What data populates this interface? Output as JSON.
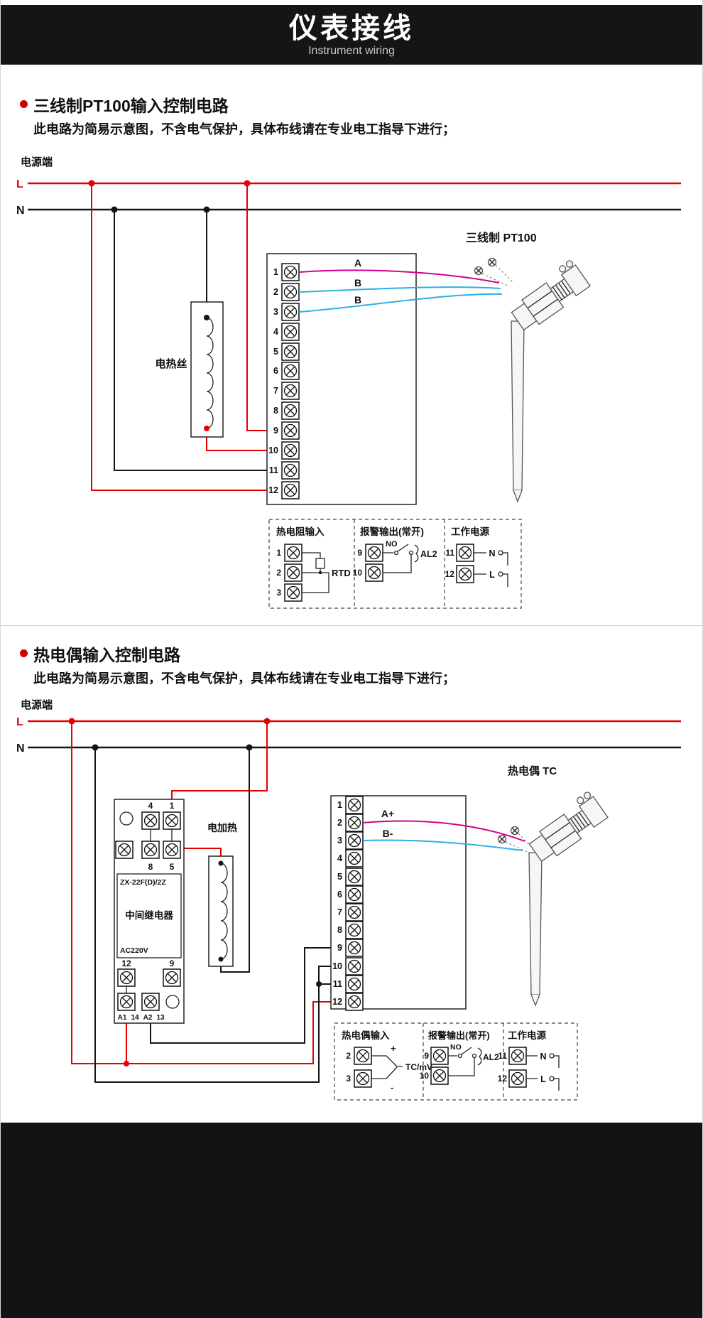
{
  "header": {
    "title": "仪表接线",
    "subtitle": "Instrument wiring"
  },
  "colors": {
    "power_line_red": "#e60000",
    "wire_magenta": "#d6008f",
    "wire_blue": "#2bb0e8",
    "bullet_red": "#cc0000",
    "banner_bg": "#151515"
  },
  "section_pt100": {
    "bullet_heading": "三线制PT100输入控制电路",
    "note": "此电路为简易示意图，不含电气保护，具体布线请在专业电工指导下进行；",
    "diagram": {
      "power_label": "电源端",
      "line_l": "L",
      "line_n": "N",
      "heater_label": "电热丝",
      "sensor_label": "三线制 PT100",
      "wire_a": "A",
      "wire_b1": "B",
      "wire_b2": "B",
      "terminals": [
        "1",
        "2",
        "3",
        "4",
        "5",
        "6",
        "7",
        "8",
        "9",
        "10",
        "11",
        "12"
      ],
      "legend": {
        "rtd": {
          "title": "热电阻输入",
          "t1": "1",
          "t2": "2",
          "t3": "3",
          "label": "RTD"
        },
        "alarm": {
          "title": "报警输出(常开)",
          "t9": "9",
          "t10": "10",
          "no": "NO",
          "al": "AL2"
        },
        "power": {
          "title": "工作电源",
          "t11": "11",
          "t12": "12",
          "n": "N",
          "l": "L"
        }
      }
    }
  },
  "section_tc": {
    "bullet_heading": "热电偶输入控制电路",
    "note": "此电路为简易示意图，不含电气保护，具体布线请在专业电工指导下进行；",
    "diagram": {
      "power_label": "电源端",
      "line_l": "L",
      "line_n": "N",
      "heater_label": "电加热",
      "sensor_label": "热电偶 TC",
      "wire_a": "A+",
      "wire_b": "B-",
      "relay": {
        "model": "ZX-22F(D)/2Z",
        "name": "中间继电器",
        "voltage": "AC220V",
        "t4": "4",
        "t1": "1",
        "t8": "8",
        "t5": "5",
        "t12": "12",
        "t9": "9",
        "a1": "A1",
        "t14": "14",
        "a2": "A2",
        "t13": "13"
      },
      "terminals": [
        "1",
        "2",
        "3",
        "4",
        "5",
        "6",
        "7",
        "8",
        "9",
        "10",
        "11",
        "12"
      ],
      "legend": {
        "tc": {
          "title": "热电偶输入",
          "t2": "2",
          "t3": "3",
          "label": "TC/mV",
          "plus": "+",
          "minus": "-"
        },
        "alarm": {
          "title": "报警输出(常开)",
          "t9": "9",
          "t10": "10",
          "no": "NO",
          "al": "AL2"
        },
        "power": {
          "title": "工作电源",
          "t11": "11",
          "t12": "12",
          "n": "N",
          "l": "L"
        }
      }
    }
  }
}
